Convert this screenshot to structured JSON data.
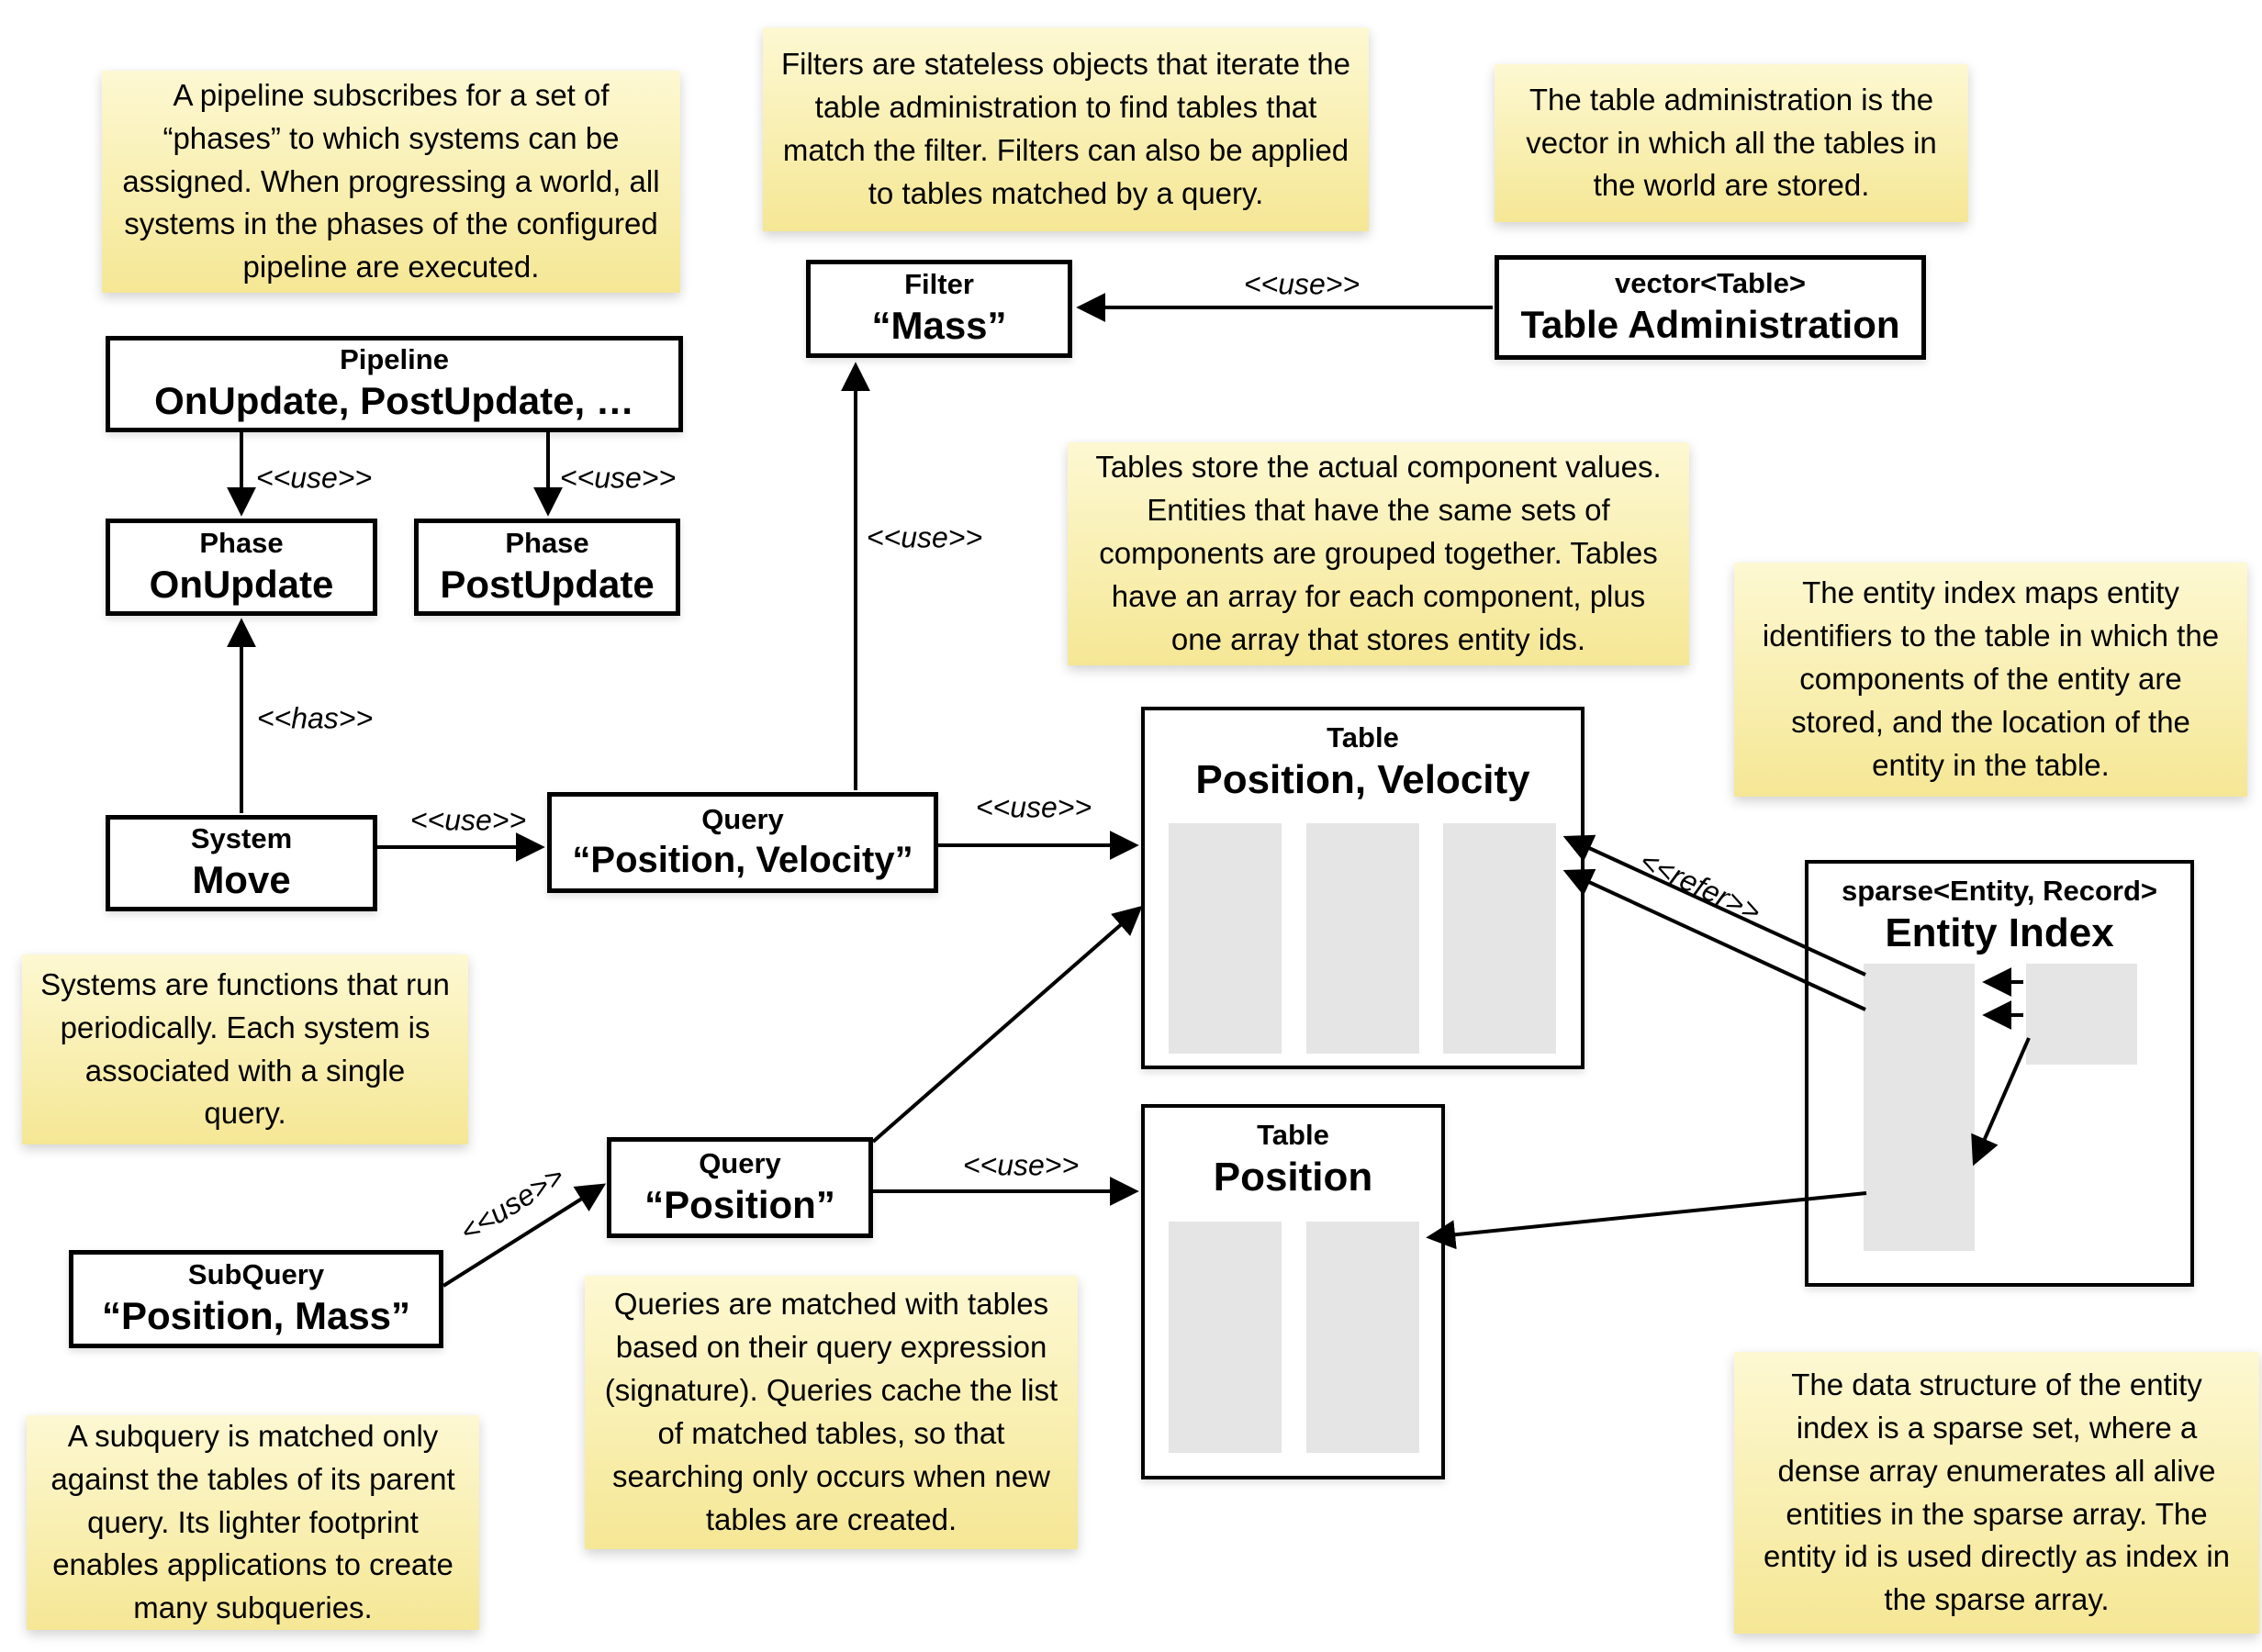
{
  "colors": {
    "background": "#ffffff",
    "note_gradient_top": "#fdf8d2",
    "note_gradient_bottom": "#f5e795",
    "box_background": "#ffffff",
    "box_border": "#000000",
    "array_fill": "#e5e5e5",
    "text": "#000000"
  },
  "notes": [
    {
      "id": "pipeline",
      "text": "A pipeline subscribes for a set of “phases” to which systems can be assigned. When progressing a world, all systems in the phases of the configured pipeline are executed."
    },
    {
      "id": "filters",
      "text": "Filters are stateless objects that iterate the table administration to find tables that match the filter. Filters can also be applied to tables matched by a query."
    },
    {
      "id": "table-administration",
      "text": "The table administration is the vector in which all the tables in the world are stored."
    },
    {
      "id": "tables",
      "text": "Tables store the actual component values. Entities that have the same sets of components are grouped together. Tables have an array for each component, plus one array that stores entity ids."
    },
    {
      "id": "entity-index",
      "text": "The entity index maps entity identifiers to the table in which the components of the entity are stored, and the location of the entity in the table."
    },
    {
      "id": "systems",
      "text": "Systems are functions that run periodically. Each system is associated with a single query."
    },
    {
      "id": "queries",
      "text": "Queries are matched with tables based on their query expression (signature). Queries cache the list of matched tables, so that searching only occurs when new tables are created."
    },
    {
      "id": "subquery",
      "text": "A subquery is matched only against the tables of its parent query. Its lighter footprint enables applications to create many subqueries."
    },
    {
      "id": "sparse-set",
      "text": "The data structure of the entity index is a sparse set, where a dense array enumerates all alive entities in the sparse array. The entity id is used directly as index in the sparse array."
    }
  ],
  "boxes": [
    {
      "id": "pipeline",
      "type": "Pipeline",
      "name": "OnUpdate, PostUpdate, …"
    },
    {
      "id": "filter",
      "type": "Filter",
      "name": "“Mass”"
    },
    {
      "id": "table-administration",
      "type": "vector<Table>",
      "name": "Table Administration"
    },
    {
      "id": "phase-onupdate",
      "type": "Phase",
      "name": "OnUpdate"
    },
    {
      "id": "phase-postupdate",
      "type": "Phase",
      "name": "PostUpdate"
    },
    {
      "id": "system-move",
      "type": "System",
      "name": "Move"
    },
    {
      "id": "query-position-velocity",
      "type": "Query",
      "name": "“Position, Velocity”"
    },
    {
      "id": "query-position",
      "type": "Query",
      "name": "“Position”"
    },
    {
      "id": "subquery",
      "type": "SubQuery",
      "name": "“Position, Mass”"
    },
    {
      "id": "table-position-velocity",
      "type": "Table",
      "name": "Position, Velocity"
    },
    {
      "id": "table-position",
      "type": "Table",
      "name": "Position"
    },
    {
      "id": "entity-index",
      "type": "sparse<Entity, Record>",
      "name": "Entity Index"
    }
  ],
  "edge_labels": [
    {
      "id": "use-pipeline-onupdate",
      "text": "<<use>>"
    },
    {
      "id": "use-pipeline-postupdate",
      "text": "<<use>>"
    },
    {
      "id": "has-system-phase",
      "text": "<<has>>"
    },
    {
      "id": "use-system-query",
      "text": "<<use>>"
    },
    {
      "id": "use-query-filter",
      "text": "<<use>>"
    },
    {
      "id": "use-querypv-tablepv",
      "text": "<<use>>"
    },
    {
      "id": "use-tableadmin-filter",
      "text": "<<use>>"
    },
    {
      "id": "use-queryp-tablep",
      "text": "<<use>>"
    },
    {
      "id": "use-subquery-queryp",
      "text": "<<use>>"
    },
    {
      "id": "refer-entityindex-tables",
      "text": "<<refer>>"
    }
  ]
}
